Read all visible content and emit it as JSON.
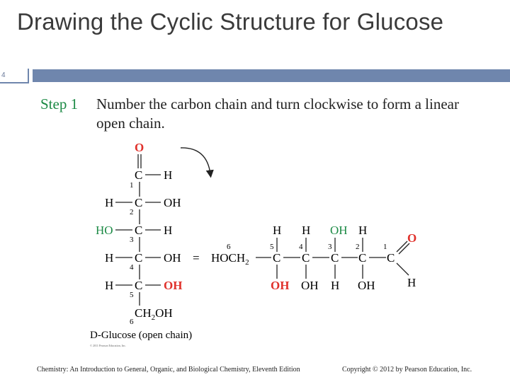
{
  "slide": {
    "title": "Drawing the Cyclic Structure for Glucose",
    "number": "4",
    "step_label": "Step 1",
    "step_text": "Number the carbon chain and turn clockwise to form a linear open chain.",
    "footer_left": "Chemistry: An Introduction to General, Organic, and Biological Chemistry, Eleventh Edition",
    "footer_right": "Copyright © 2012 by Pearson Education, Inc."
  },
  "fischer": {
    "top_o": "O",
    "rows": [
      {
        "left": "",
        "center": "C",
        "right": "H",
        "num": "1"
      },
      {
        "left": "H",
        "center": "C",
        "right": "OH",
        "num": "2"
      },
      {
        "left": "HO",
        "center": "C",
        "right": "H",
        "num": "3"
      },
      {
        "left": "H",
        "center": "C",
        "right": "OH",
        "num": "4"
      },
      {
        "left": "H",
        "center": "C",
        "right": "OH",
        "num": "5"
      }
    ],
    "bottom": "CH2OH",
    "bottom_num": "6",
    "caption": "D-Glucose (open chain)",
    "small_print": "© 2011 Pearson Education, Inc."
  },
  "equals": "=",
  "linear": {
    "start": "HOCH2",
    "start_num": "6",
    "carbons": [
      {
        "c": "C",
        "num": "5",
        "top": "H",
        "bottom": "OH"
      },
      {
        "c": "C",
        "num": "4",
        "top": "H",
        "bottom": "OH"
      },
      {
        "c": "C",
        "num": "3",
        "top": "OH",
        "bottom": "H"
      },
      {
        "c": "C",
        "num": "2",
        "top": "H",
        "bottom": "OH"
      },
      {
        "c": "C",
        "num": "1",
        "top": "",
        "bottom": ""
      }
    ],
    "aldehyde_o": "O",
    "aldehyde_h": "H"
  },
  "colors": {
    "red": "#e0312b",
    "green": "#1c8a45",
    "bar": "#6f86ad"
  }
}
